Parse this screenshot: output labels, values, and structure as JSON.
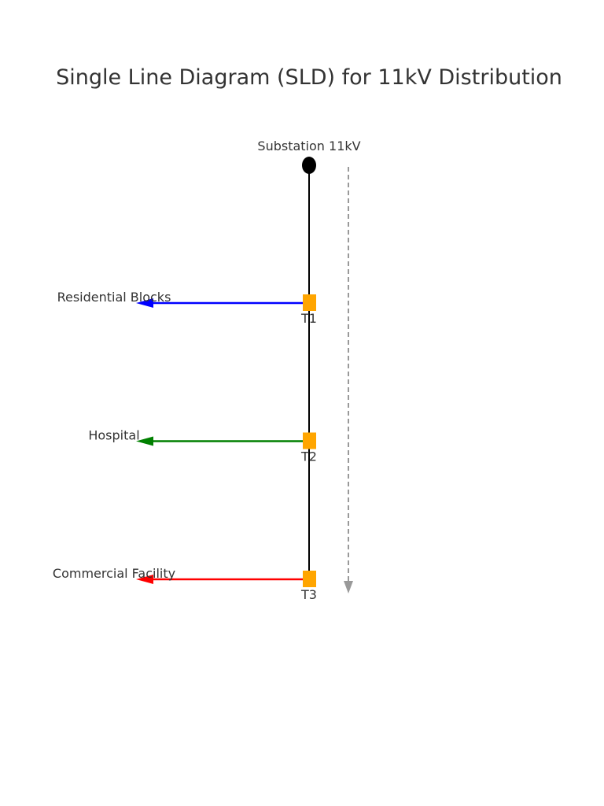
{
  "title": "Single Line Diagram (SLD) for 11kV Distribution",
  "source": {
    "label": "Substation 11kV",
    "color": "#000000"
  },
  "bus": {
    "color": "#000000"
  },
  "transformer_color": "#FFA500",
  "flow_indicator_color": "#999999",
  "transformers": [
    {
      "id": "T1",
      "feeder_label": "Residential Blocks",
      "feeder_color": "#0000FF"
    },
    {
      "id": "T2",
      "feeder_label": "Hospital",
      "feeder_color": "#008000"
    },
    {
      "id": "T3",
      "feeder_label": "Commercial Facility",
      "feeder_color": "#FF0000"
    }
  ]
}
